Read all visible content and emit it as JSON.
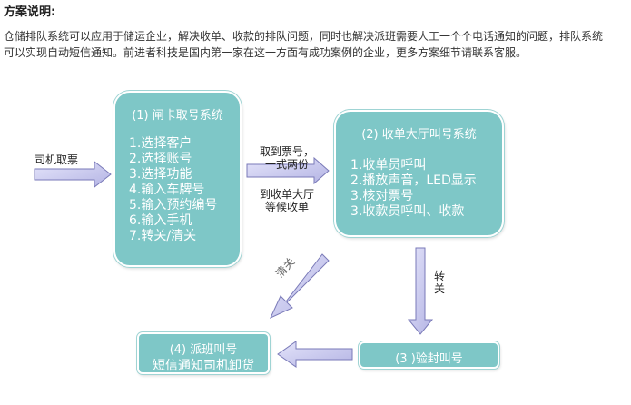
{
  "heading": "方案说明:",
  "intro_lines": [
    "仓储排队系统可以应用于储运企业，解决收单、收款的排队问题，同时也解决派班需要人工一个个电话通知的问题，排队系统",
    "可以实现自动短信通知。前进者科技是国内第一家在这一方面有成功案例的企业，更多方案细节请联系客服。"
  ],
  "boxes": {
    "gate": {
      "title": "(1) 闸卡取号系统",
      "items": [
        "1.选择客户",
        "2.选择账号",
        "3.选择功能",
        "4.输入车牌号",
        "5.输入预约编号",
        "6.输入手机",
        "7.转关/清关"
      ]
    },
    "hall": {
      "title": "(2) 收单大厅叫号系统",
      "items": [
        "1.收单员呼叫",
        "2.播放声音，LED显示",
        "3.核对票号",
        "3.收款员呼叫、收款"
      ]
    },
    "seal": {
      "title": "(3 )验封叫号"
    },
    "dispatch": {
      "title": "(4) 派班叫号",
      "subtitle": "短信通知司机卸货"
    }
  },
  "labels": {
    "driver_ticket": "司机取票",
    "ticket_line1": "取到票号，",
    "ticket_line2": "一式两份",
    "wait_line1": "到收单大厅",
    "wait_line2": "等候收单",
    "transfer": "转关",
    "clear": "清关"
  },
  "colors": {
    "box_fill": "#7ec7c7",
    "arrow_fill": "#c8c8ee",
    "arrow_stroke": "#7a7ab8"
  }
}
